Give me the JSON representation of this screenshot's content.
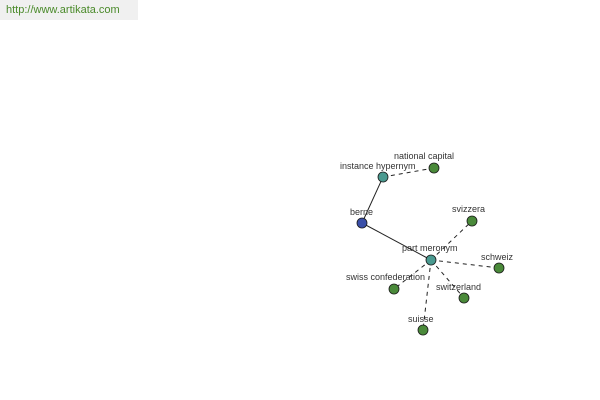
{
  "header": {
    "url": "http://www.artikata.com"
  },
  "colors": {
    "root": "#3a4fa8",
    "relation": "#4a9a90",
    "term": "#4a8a3a",
    "edge": "#222222",
    "url": "#4a8a2a"
  },
  "graph": {
    "nodes": [
      {
        "id": "berne",
        "label": "berne",
        "kind": "root"
      },
      {
        "id": "instance-hypernym",
        "label": "instance hypernym",
        "kind": "relation"
      },
      {
        "id": "national-capital",
        "label": "national capital",
        "kind": "term"
      },
      {
        "id": "part-meronym",
        "label": "part meronym",
        "kind": "relation"
      },
      {
        "id": "svizzera",
        "label": "svizzera",
        "kind": "term"
      },
      {
        "id": "schweiz",
        "label": "schweiz",
        "kind": "term"
      },
      {
        "id": "swiss-confederation",
        "label": "swiss confederation",
        "kind": "term"
      },
      {
        "id": "switzerland",
        "label": "switzerland",
        "kind": "term"
      },
      {
        "id": "suisse",
        "label": "suisse",
        "kind": "term"
      }
    ],
    "edges": [
      {
        "from": "berne",
        "to": "instance-hypernym",
        "style": "solid"
      },
      {
        "from": "berne",
        "to": "part-meronym",
        "style": "solid"
      },
      {
        "from": "instance-hypernym",
        "to": "national-capital",
        "style": "dashed"
      },
      {
        "from": "part-meronym",
        "to": "svizzera",
        "style": "dashed"
      },
      {
        "from": "part-meronym",
        "to": "schweiz",
        "style": "dashed"
      },
      {
        "from": "part-meronym",
        "to": "swiss-confederation",
        "style": "dashed"
      },
      {
        "from": "part-meronym",
        "to": "switzerland",
        "style": "dashed"
      },
      {
        "from": "part-meronym",
        "to": "suisse",
        "style": "dashed"
      }
    ]
  }
}
